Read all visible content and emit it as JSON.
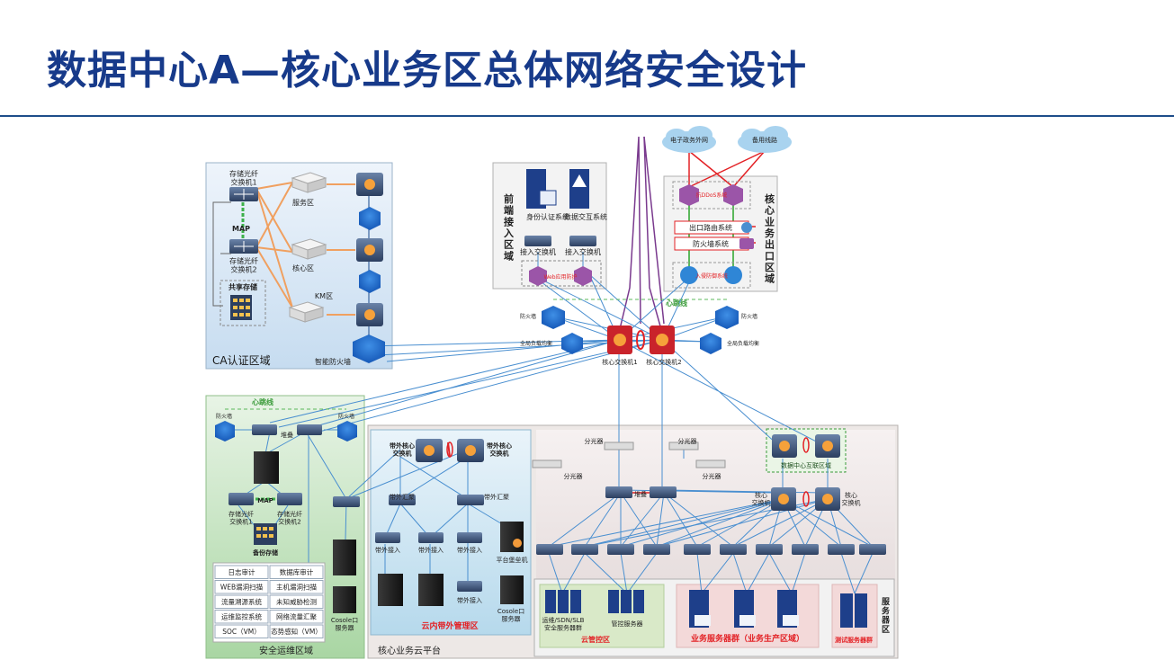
{
  "title": "数据中心A—核心业务区总体网络安全设计",
  "colors": {
    "title": "#173a8a",
    "ca_zone": "#d7e7f5",
    "ops_zone": "#c9e4c6",
    "mgmt_zone": "#cfe6f1",
    "core_zone": "#eee4e4",
    "red_link": "#e32226",
    "green_link": "#5cb85c",
    "blue_link": "#4a8fd0",
    "orange_link": "#f0a060",
    "purple_link": "#7a3a8e"
  },
  "ca": {
    "zone_label": "CA认证区域",
    "smart_fw": "智能防火墙",
    "storage_sw1": "存储光纤\n交换机1",
    "storage_sw2": "存储光纤\n交换机2",
    "map": "MAP",
    "shared_storage": "共享存储",
    "service_zone": "服务区",
    "core_zone": "核心区",
    "km_zone": "KM区"
  },
  "front": {
    "zone_label": "前\n端\n接\n入\n区\n域",
    "id_auth": "身份认证系统",
    "data_exchange": "数据交互系统",
    "access_sw1": "接入交换机",
    "access_sw2": "接入交换机",
    "waf": "Web应用防护"
  },
  "exit": {
    "zone_label": "核\n心\n业\n务\n出\n口\n区\n域",
    "cloud1": "电子政务外网",
    "cloud2": "备用线路",
    "ddos": "抗DDoS系统",
    "router": "出口路由系统",
    "firewall": "防火墙系统",
    "ips": "入侵防御系统"
  },
  "center": {
    "heartbeat": "心跳线",
    "fw_left": "防火墙",
    "fw_right": "防火墙",
    "lb_left": "全局负载均衡",
    "lb_right": "全局负载均衡",
    "core_sw1": "核心交换机1",
    "core_sw2": "核心交换机2"
  },
  "ops": {
    "zone_label": "安全运维区域",
    "heartbeat": "心跳线",
    "fw_left": "防火墙",
    "fw_right": "防火墙",
    "stack": "堆叠",
    "storage_sw1": "存储光纤\n交换机1",
    "storage_sw2": "存储光纤\n交换机2",
    "map": "MAP",
    "backup": "备份存储",
    "systems": [
      [
        "日志审计",
        "数据库审计"
      ],
      [
        "WEB漏洞扫描",
        "主机漏洞扫描"
      ],
      [
        "流量溯源系统",
        "未知威胁检测"
      ],
      [
        "运维监控系统",
        "网络流量汇聚"
      ],
      [
        "SOC（VM）",
        "态势感知（VM）"
      ]
    ]
  },
  "mgmt": {
    "platform_label": "核心业务云平台",
    "zone_label": "云内带外管理区",
    "oob_core1": "带外核心\n交换机",
    "oob_core2": "带外核心\n交换机",
    "oob_agg1": "带外汇聚",
    "oob_agg2": "带外汇聚",
    "oob_acc1": "带外接入",
    "oob_acc2": "带外接入",
    "oob_acc3": "带外接入",
    "oob_acc4": "带外接入",
    "bastion": "平台堡垒机",
    "console1": "Cosole口\n服务器",
    "console2": "Cosole口\n服务器"
  },
  "core": {
    "splitter_top1": "分光器",
    "splitter_top2": "分光器",
    "splitter_bot1": "分光器",
    "splitter_bot2": "分光器",
    "stack": "堆叠",
    "dc_interconnect": "数据中心互联区域",
    "core_sw_left": "核心\n交换机",
    "core_sw_right": "核心\n交换机",
    "cloud_ctrl_servers": "运维/SDN/SLB\n安全服务器群",
    "mgmt_server": "管控服务器",
    "cloud_ctrl_zone": "云管控区",
    "biz_servers": "业务服务器群（业务生产区域）",
    "test_servers": "测试服务器群",
    "server_zone": "服\n务\n器\n区"
  }
}
